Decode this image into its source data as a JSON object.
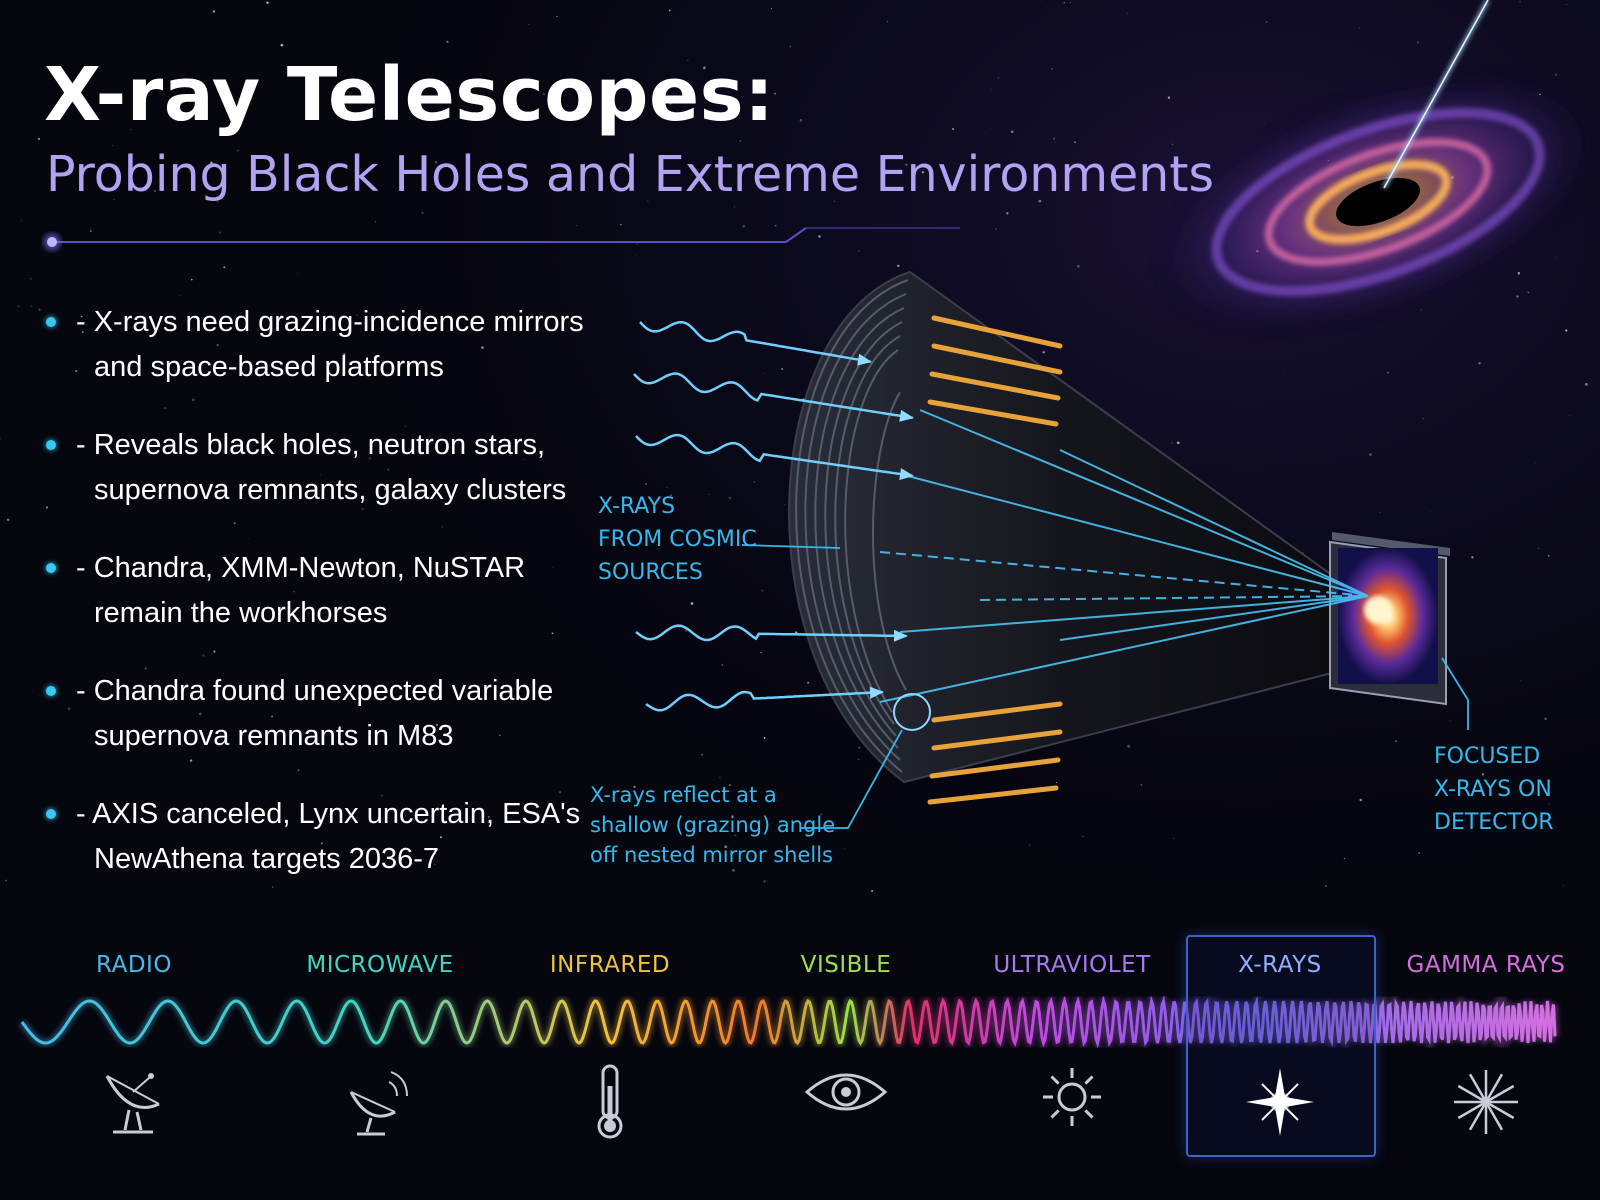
{
  "header": {
    "title": "X-ray Telescopes:",
    "subtitle": "Probing Black Holes and Extreme Environments"
  },
  "bullets": [
    {
      "text": "- X-rays need grazing-incidence mirrors and space-based platforms"
    },
    {
      "text": "- Reveals black holes, neutron stars, supernova remnants, galaxy clusters"
    },
    {
      "text": "- Chandra, XMM-Newton, NuSTAR remain the workhorses"
    },
    {
      "text": "- Chandra found unexpected variable supernova remnants in M83"
    },
    {
      "text": "- AXIS canceled, Lynx uncertain, ESA's NewAthena targets 2036-7"
    }
  ],
  "diagram": {
    "label_incoming": "X-RAYS\nFROM COSMIC\nSOURCES",
    "label_reflect": "X-rays reflect at a\nshallow (grazing) angle\noff nested mirror shells",
    "label_focus": "FOCUSED\nX-RAYS ON\nDETECTOR"
  },
  "spectrum": {
    "bands": [
      {
        "label": "RADIO",
        "color": "#4ab8e8",
        "icon": "radio-dish-icon"
      },
      {
        "label": "MICROWAVE",
        "color": "#3fd6c3",
        "icon": "microwave-antenna-icon"
      },
      {
        "label": "INFRARED",
        "color": "#f2c23a",
        "icon": "thermometer-icon"
      },
      {
        "label": "VISIBLE",
        "color": "#9ee04a",
        "icon": "eye-icon"
      },
      {
        "label": "ULTRAVIOLET",
        "color": "#a77af0",
        "icon": "sun-icon"
      },
      {
        "label": "X-RAYS",
        "color": "#8fb0ff",
        "icon": "xray-star-icon"
      },
      {
        "label": "GAMMA RAYS",
        "color": "#d56ee0",
        "icon": "gamma-burst-icon"
      }
    ],
    "highlighted": "X-RAYS"
  },
  "colors": {
    "background": "#06060f",
    "subtitle": "#b3a2f2",
    "accent": "#34b9ee",
    "mirror_gold": "#e8a23a"
  }
}
